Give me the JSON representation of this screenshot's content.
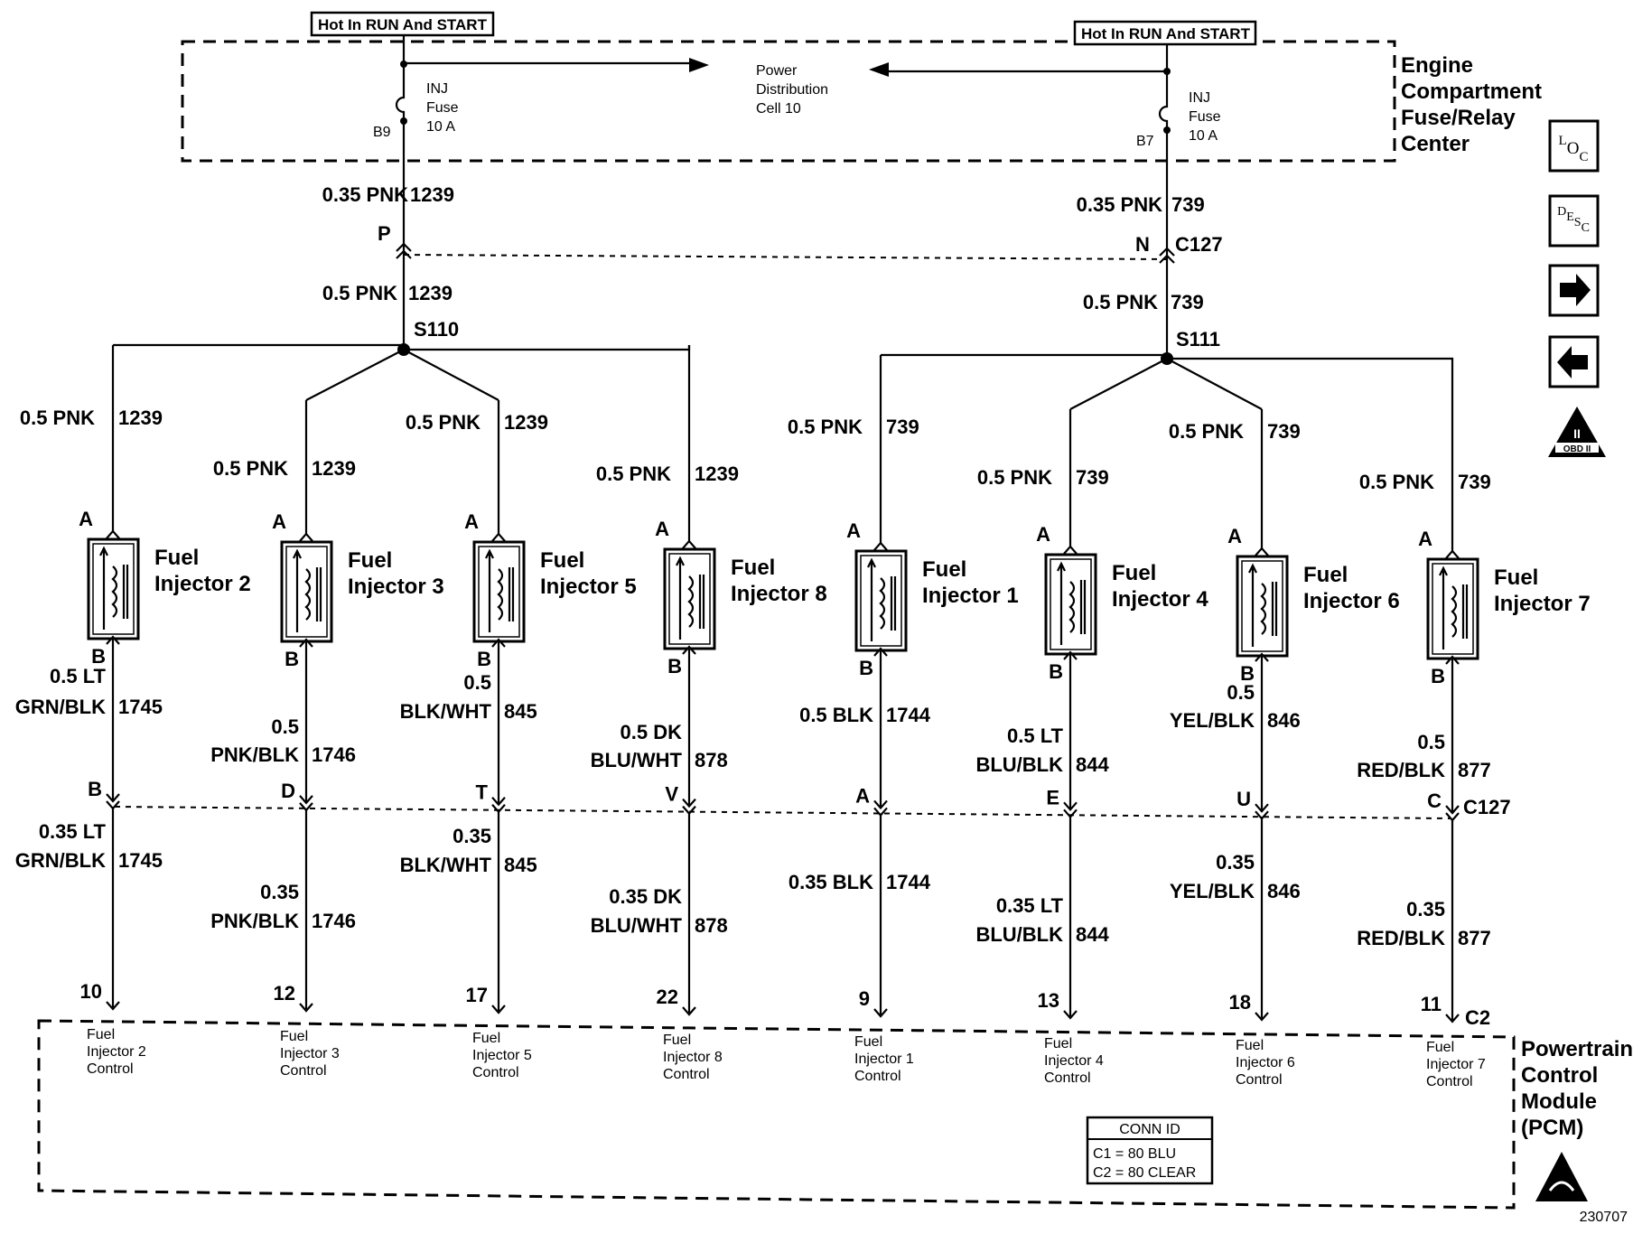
{
  "hot_labels": [
    "Hot In RUN And START",
    "Hot In RUN And START"
  ],
  "fuses": [
    {
      "lines": [
        "INJ",
        "Fuse",
        "10 A"
      ],
      "pin": "B9"
    },
    {
      "lines": [
        "INJ",
        "Fuse",
        "10 A"
      ],
      "pin": "B7"
    }
  ],
  "power_distribution": [
    "Power",
    "Distribution",
    "Cell 10"
  ],
  "fuse_center": [
    "Engine",
    "Compartment",
    "Fuse/Relay",
    "Center"
  ],
  "upper_wires": [
    {
      "gauge": "0.35 PNK",
      "circuit": "1239"
    },
    {
      "gauge": "0.35 PNK",
      "circuit": "739"
    },
    {
      "gauge": "0.5 PNK",
      "circuit": "1239"
    },
    {
      "gauge": "0.5 PNK",
      "circuit": "739"
    }
  ],
  "c127_upper": {
    "left_pin": "P",
    "right_pin": "N",
    "name": "C127"
  },
  "splices": [
    "S110",
    "S111"
  ],
  "injectors": [
    {
      "label": [
        "Fuel",
        "Injector 2"
      ],
      "pin_a": "A",
      "pin_b": "B",
      "supply": "0.5 PNK",
      "supply_circuit": "1239",
      "ctrl_gauge": [
        "0.5 LT",
        "GRN/BLK"
      ],
      "ctrl_circuit": "1745",
      "c127_pin": "B",
      "pcm_gauge": [
        "0.35 LT",
        "GRN/BLK"
      ],
      "pcm_circuit": "1745",
      "pcm_pin": "10",
      "pcm_label": [
        "Fuel",
        "Injector 2",
        "Control"
      ]
    },
    {
      "label": [
        "Fuel",
        "Injector 3"
      ],
      "pin_a": "A",
      "pin_b": "B",
      "supply": "0.5 PNK",
      "supply_circuit": "1239",
      "ctrl_gauge": [
        "0.5",
        "PNK/BLK"
      ],
      "ctrl_circuit": "1746",
      "c127_pin": "D",
      "pcm_gauge": [
        "0.35",
        "PNK/BLK"
      ],
      "pcm_circuit": "1746",
      "pcm_pin": "12",
      "pcm_label": [
        "Fuel",
        "Injector 3",
        "Control"
      ]
    },
    {
      "label": [
        "Fuel",
        "Injector 5"
      ],
      "pin_a": "A",
      "pin_b": "B",
      "supply": "0.5 PNK",
      "supply_circuit": "1239",
      "ctrl_gauge": [
        "0.5",
        "BLK/WHT"
      ],
      "ctrl_circuit": "845",
      "c127_pin": "T",
      "pcm_gauge": [
        "0.35",
        "BLK/WHT"
      ],
      "pcm_circuit": "845",
      "pcm_pin": "17",
      "pcm_label": [
        "Fuel",
        "Injector 5",
        "Control"
      ]
    },
    {
      "label": [
        "Fuel",
        "Injector 8"
      ],
      "pin_a": "A",
      "pin_b": "B",
      "supply": "0.5 PNK",
      "supply_circuit": "1239",
      "ctrl_gauge": [
        "0.5 DK",
        "BLU/WHT"
      ],
      "ctrl_circuit": "878",
      "c127_pin": "V",
      "pcm_gauge": [
        "0.35 DK",
        "BLU/WHT"
      ],
      "pcm_circuit": "878",
      "pcm_pin": "22",
      "pcm_label": [
        "Fuel",
        "Injector 8",
        "Control"
      ]
    },
    {
      "label": [
        "Fuel",
        "Injector 1"
      ],
      "pin_a": "A",
      "pin_b": "B",
      "supply": "0.5 PNK",
      "supply_circuit": "739",
      "ctrl_gauge": [
        "",
        "0.5 BLK"
      ],
      "ctrl_circuit": "1744",
      "c127_pin": "A",
      "pcm_gauge": [
        "",
        "0.35 BLK"
      ],
      "pcm_circuit": "1744",
      "pcm_pin": "9",
      "pcm_label": [
        "Fuel",
        "Injector 1",
        "Control"
      ]
    },
    {
      "label": [
        "Fuel",
        "Injector 4"
      ],
      "pin_a": "A",
      "pin_b": "B",
      "supply": "0.5 PNK",
      "supply_circuit": "739",
      "ctrl_gauge": [
        "0.5 LT",
        "BLU/BLK"
      ],
      "ctrl_circuit": "844",
      "c127_pin": "E",
      "pcm_gauge": [
        "0.35 LT",
        "BLU/BLK"
      ],
      "pcm_circuit": "844",
      "pcm_pin": "13",
      "pcm_label": [
        "Fuel",
        "Injector 4",
        "Control"
      ]
    },
    {
      "label": [
        "Fuel",
        "Injector 6"
      ],
      "pin_a": "A",
      "pin_b": "B",
      "supply": "0.5 PNK",
      "supply_circuit": "739",
      "ctrl_gauge": [
        "0.5",
        "YEL/BLK"
      ],
      "ctrl_circuit": "846",
      "c127_pin": "U",
      "pcm_gauge": [
        "0.35",
        "YEL/BLK"
      ],
      "pcm_circuit": "846",
      "pcm_pin": "18",
      "pcm_label": [
        "Fuel",
        "Injector 6",
        "Control"
      ]
    },
    {
      "label": [
        "Fuel",
        "Injector 7"
      ],
      "pin_a": "A",
      "pin_b": "B",
      "supply": "0.5 PNK",
      "supply_circuit": "739",
      "ctrl_gauge": [
        "0.5",
        "RED/BLK"
      ],
      "ctrl_circuit": "877",
      "c127_pin": "C",
      "pcm_gauge": [
        "0.35",
        "RED/BLK"
      ],
      "pcm_circuit": "877",
      "pcm_pin": "11",
      "pcm_label": [
        "Fuel",
        "Injector 7",
        "Control"
      ]
    }
  ],
  "c127_lower_name": "C127",
  "c2_name": "C2",
  "pcm": [
    "Powertrain",
    "Control",
    "Module",
    "(PCM)"
  ],
  "conn_id": {
    "title": "CONN ID",
    "lines": [
      "C1 = 80 BLU",
      "C2 = 80 CLEAR"
    ]
  },
  "nav": {
    "loc": "LOC",
    "desc": "DESC",
    "next_icon": "arrow-right-icon",
    "prev_icon": "arrow-left-icon",
    "obd_icon": "obd-ii-icon",
    "obd_text": "OBD II",
    "esd_icon": "esd-warning-icon"
  },
  "figure_number": "230707"
}
